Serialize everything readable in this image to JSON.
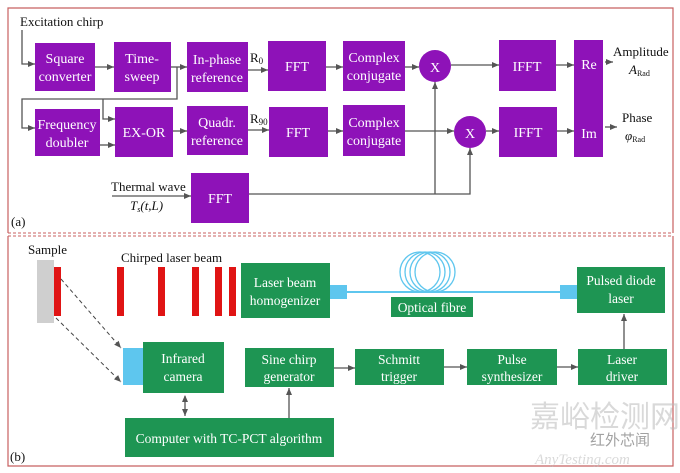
{
  "colors": {
    "processing_block": "#8e12b8",
    "hardware_block": "#1e9553",
    "laser_beam": "#e01414",
    "optics": "#5ec6ee",
    "panel_border": "#c86060"
  },
  "panel_a": {
    "label": "(a)",
    "input_label": "Excitation chirp",
    "blocks": {
      "square_converter": [
        "Square",
        "converter"
      ],
      "time_sweep": [
        "Time-",
        "sweep"
      ],
      "in_phase_reference": [
        "In-phase",
        "reference"
      ],
      "fft": "FFT",
      "complex_conjugate": [
        "Complex",
        "conjugate"
      ],
      "multiply": "X",
      "ifft": "IFFT",
      "frequency_doubler": [
        "Frequency",
        "doubler"
      ],
      "ex_or": "EX-OR",
      "quadrature_reference": [
        "Quadr.",
        "reference"
      ],
      "re": "Re",
      "im": "Im"
    },
    "signals": {
      "r0": "R",
      "r0_sub": "0",
      "r90": "R",
      "r90_sub": "90",
      "thermal_wave": "Thermal wave",
      "thermal_symbol": "T",
      "thermal_sub": "s",
      "thermal_args": "(t,L)",
      "amplitude": "Amplitude",
      "amplitude_symbol": "A",
      "amplitude_sub": "Rad",
      "phase": "Phase",
      "phase_symbol": "φ",
      "phase_sub": "Rad"
    }
  },
  "panel_b": {
    "label": "(b)",
    "sample": "Sample",
    "beam": "Chirped laser beam",
    "blocks": {
      "homogenizer": [
        "Laser beam",
        "homogenizer"
      ],
      "optical_fibre": "Optical fibre",
      "pulsed_diode_laser": [
        "Pulsed diode",
        "laser"
      ],
      "infrared_camera": [
        "Infrared",
        "camera"
      ],
      "sine_chirp_generator": [
        "Sine chirp",
        "generator"
      ],
      "schmitt_trigger": [
        "Schmitt",
        "trigger"
      ],
      "pulse_synthesizer": [
        "Pulse",
        "synthesizer"
      ],
      "laser_driver": [
        "Laser",
        "driver"
      ],
      "computer": "Computer with TC-PCT algorithm"
    }
  },
  "watermark": {
    "line1": "嘉峪检测网",
    "line2": "红外芯闻",
    "line3": "AnyTesting.com"
  }
}
